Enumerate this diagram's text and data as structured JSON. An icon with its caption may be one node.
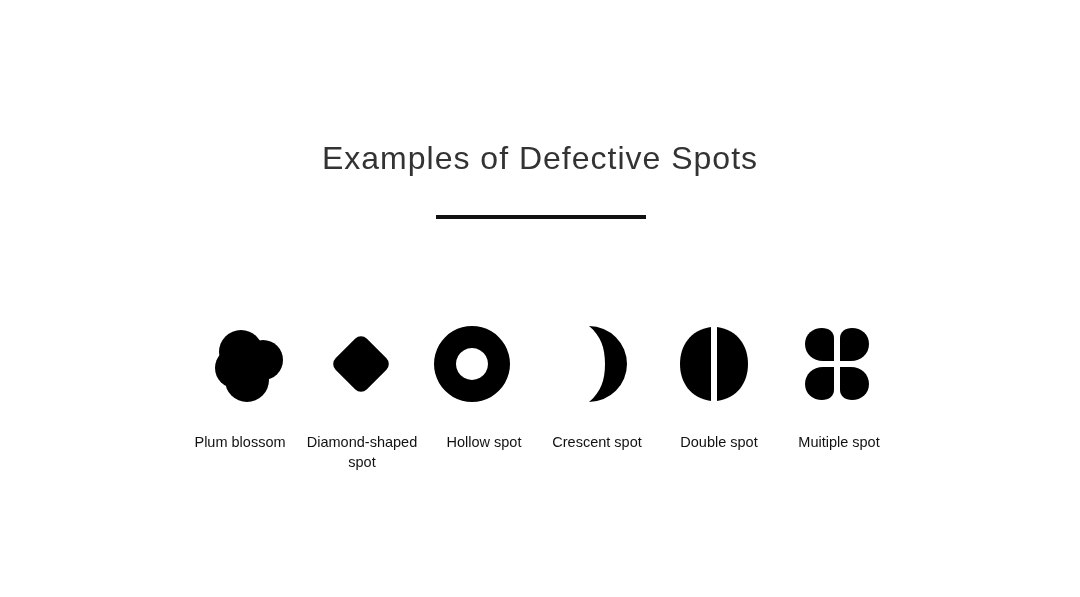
{
  "diagram": {
    "title": "Examples of Defective Spots",
    "labels": [
      "Plum blossom",
      "Diamond-shaped spot",
      "Hollow spot",
      "Crescent spot",
      "Double spot",
      "Muitiple spot"
    ]
  }
}
